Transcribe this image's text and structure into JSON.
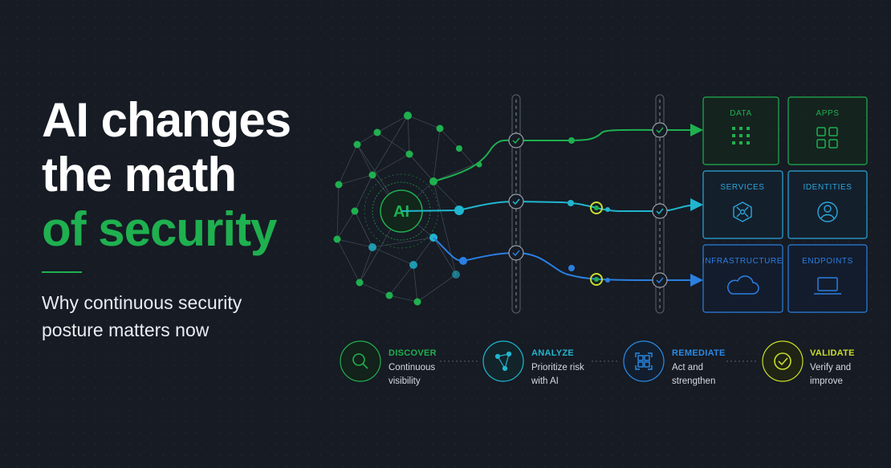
{
  "headline": {
    "line1": "AI changes",
    "line2": "the math",
    "line3": "of security"
  },
  "subtitle": {
    "line1": "Why continuous security",
    "line2": "posture matters now"
  },
  "hub_label": "AI",
  "tiles": [
    {
      "label": "DATA",
      "icon": "grid-dots-icon",
      "color": "#1fb04f"
    },
    {
      "label": "APPS",
      "icon": "apps-grid-icon",
      "color": "#1fb04f"
    },
    {
      "label": "SERVICES",
      "icon": "hexagon-network-icon",
      "color": "#2aa6dc"
    },
    {
      "label": "IDENTITIES",
      "icon": "user-icon",
      "color": "#2aa6dc"
    },
    {
      "label": "INFRASTRUCTURE",
      "icon": "cloud-icon",
      "color": "#2b7fe0"
    },
    {
      "label": "ENDPOINTS",
      "icon": "laptop-icon",
      "color": "#2b7fe0"
    }
  ],
  "steps": [
    {
      "title": "DISCOVER",
      "desc1": "Continuous",
      "desc2": "visibility",
      "icon": "search-icon",
      "color": "#1fb04f"
    },
    {
      "title": "ANALYZE",
      "desc1": "Prioritize risk",
      "desc2": "with AI",
      "icon": "network-icon",
      "color": "#20b6cf"
    },
    {
      "title": "REMEDIATE",
      "desc1": "Act and",
      "desc2": "strengthen",
      "icon": "squares-icon",
      "color": "#2b8be6"
    },
    {
      "title": "VALIDATE",
      "desc1": "Verify and",
      "desc2": "improve",
      "icon": "check-icon",
      "color": "#c9dd2b"
    }
  ],
  "colors": {
    "green": "#1fb04f",
    "cyan": "#20b6cf",
    "blue": "#2b7fe0",
    "yellow": "#c9dd2b",
    "background": "#161b24"
  }
}
